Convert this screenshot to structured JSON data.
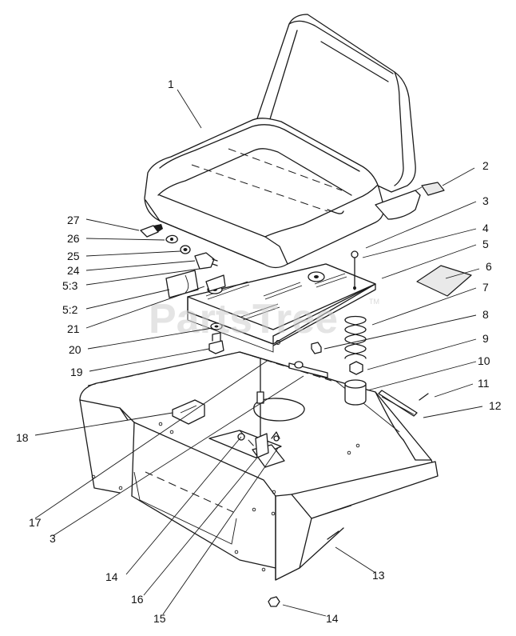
{
  "watermark": {
    "text": "PartsTree",
    "mark": "TM"
  },
  "callouts": [
    {
      "id": "1",
      "text": "1"
    },
    {
      "id": "2",
      "text": "2"
    },
    {
      "id": "3a",
      "text": "3"
    },
    {
      "id": "4",
      "text": "4"
    },
    {
      "id": "5",
      "text": "5"
    },
    {
      "id": "6",
      "text": "6"
    },
    {
      "id": "7",
      "text": "7"
    },
    {
      "id": "8",
      "text": "8"
    },
    {
      "id": "9",
      "text": "9"
    },
    {
      "id": "10",
      "text": "10"
    },
    {
      "id": "11",
      "text": "11"
    },
    {
      "id": "12",
      "text": "12"
    },
    {
      "id": "27",
      "text": "27"
    },
    {
      "id": "26",
      "text": "26"
    },
    {
      "id": "25",
      "text": "25"
    },
    {
      "id": "24",
      "text": "24"
    },
    {
      "id": "5_3",
      "text": "5:3"
    },
    {
      "id": "5_2",
      "text": "5:2"
    },
    {
      "id": "21",
      "text": "21"
    },
    {
      "id": "20",
      "text": "20"
    },
    {
      "id": "19",
      "text": "19"
    },
    {
      "id": "18",
      "text": "18"
    },
    {
      "id": "17",
      "text": "17"
    },
    {
      "id": "3b",
      "text": "3"
    },
    {
      "id": "14a",
      "text": "14"
    },
    {
      "id": "16",
      "text": "16"
    },
    {
      "id": "15",
      "text": "15"
    },
    {
      "id": "13",
      "text": "13"
    },
    {
      "id": "14b",
      "text": "14"
    }
  ]
}
